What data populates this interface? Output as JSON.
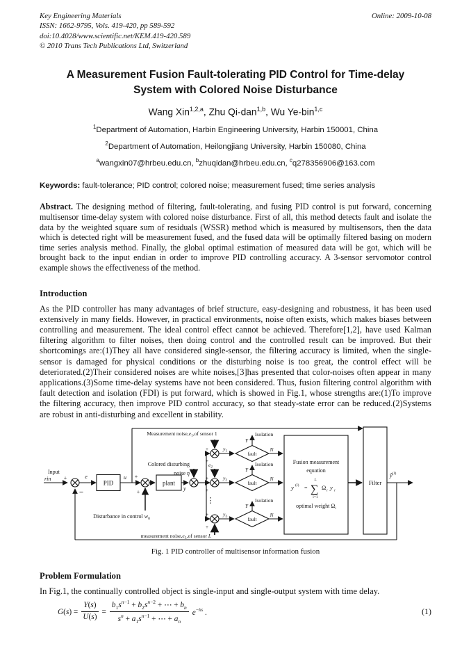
{
  "header": {
    "line1": "Key Engineering Materials",
    "line2": "ISSN: 1662-9795, Vols. 419-420, pp 589-592",
    "line3": "doi:10.4028/www.scientific.net/KEM.419-420.589",
    "line4": "© 2010 Trans Tech Publications Ltd, Switzerland",
    "online": "Online: 2009-10-08"
  },
  "title": {
    "line1": "A Measurement Fusion Fault-tolerating PID Control for Time-delay",
    "line2": "System with Colored Noise Disturbance"
  },
  "authors_html": "Wang Xin<sup>1,2,a</sup>, Zhu Qi-dan<sup>1,b</sup>, Wu Ye-bin<sup>1,c</sup>",
  "affil1_html": "<sup>1</sup>Department of Automation, Harbin Engineering University, Harbin 150001, China",
  "affil2_html": "<sup>2</sup>Department of Automation, Heilongjiang University, Harbin 150080, China",
  "emails_html": "<sup>a</sup>wangxin07@hrbeu.edu.cn, <sup>b</sup>zhuqidan@hrbeu.edu.cn, <sup>c</sup>q278356906@163.com",
  "keywords_label": "Keywords:",
  "keywords_text": " fault-tolerance; PID control; colored noise; measurement fused; time series analysis",
  "abstract_label": "Abstract.",
  "abstract_text": " The designing method of filtering, fault-tolerating, and fusing PID control is put forward, concerning multisensor time-delay system with colored noise disturbance. First of all, this method detects fault and isolate the data by the weighted square sum of residuals (WSSR) method which is measured by multisensors, then the data which is detected right will be measurement fused, and the fused data will be optimally filtered basing on modern time series analysis method. Finally, the global optimal estimation of measured data will be got, which will be brought back to the input endian in order to improve PID controlling accuracy. A 3-sensor servomotor control example shows the effectiveness of the method.",
  "intro_heading": "Introduction",
  "intro_text": "As the PID controller has many advantages of brief structure, easy-designing and robustness, it has been used extensively in many fields. However, in practical environments, noise often exists, which makes biases between controlling and measurement. The ideal control effect cannot be achieved. Therefore[1,2], have used Kalman filtering algorithm to filter noises, then doing control and the controlled result can be improved. But their shortcomings are:(1)They all have considered single-sensor, the filtering accuracy is limited, when the single-sensor is damaged for physical conditions or the disturbing noise is too great, the control effect will be deteriorated.(2)Their considered noises are white noises,[3]has presented that color-noises often appear in many applications.(3)Some time-delay systems have not been considered. Thus, fusion filtering control algorithm with fault detection and isolation (FDI) is put forward, which is showed in Fig.1, whose strengths are:(1)To improve the filtering accuracy, then improve PID control accuracy, so that steady-state error can be reduced.(2)Systems are robust in anti-disturbing and excellent in stability.",
  "figure": {
    "input": "Input",
    "rin": "rin",
    "plus": "+",
    "minus": "−",
    "e": "e",
    "pid": "PID",
    "u": "u",
    "w0_label": "Disturbance in control ",
    "w0_var": "w",
    "w0_sub": "0",
    "plant": "plant",
    "y_out": "y",
    "colored_1": "Colored disturbing",
    "colored_2": "noise ",
    "eta": "η",
    "meas1_a": "Measurement noise,",
    "meas1_var": "e",
    "meas1_sub": "1",
    "meas1_b": ",of sensor 1",
    "e2_var": "e",
    "e2_sub": "2",
    "y1_var": "y",
    "y1_sub": "1",
    "y2_var": "y",
    "y2_sub": "2",
    "yL_var": "y",
    "yL_sub": "L",
    "dots": "⋮",
    "fault": "fault",
    "yes": "Y",
    "no": "N",
    "isolation": "Isolation",
    "measL_a": "measurement noise,",
    "measL_var": "e",
    "measL_sub": "L",
    "measL_b": ",of sensor ",
    "measL_c": "L",
    "fusion_1": "Fusion measurement",
    "fusion_2": "equation",
    "fus_y": "y",
    "fus_sup": "(I)",
    "fus_eq": "=",
    "sigma": "∑",
    "lim_top": "L",
    "lim_bot": "i=1",
    "omega": "Ω",
    "omega_sub": "i",
    "fy": "y",
    "fy_sub": "i",
    "optimal_a": "optimal weight ",
    "optimal_b": "Ω",
    "optimal_c": "i",
    "filter": "Filter",
    "out_var": "ŷ",
    "out_sup": "(I)",
    "caption": "Fig. 1 PID controller of multisensor information fusion"
  },
  "problem_heading": "Problem Formulation",
  "problem_text": "In Fig.1,  the continually controlled object is single-input and single-output system with time delay.",
  "equation": {
    "lhs": "<i>G</i>(<i>s</i>) =",
    "f1_num": "<i>Y</i>(<i>s</i>)",
    "f1_den": "<i>U</i>(<i>s</i>)",
    "eq2": "=",
    "f2_num": "<i>b</i><sub>1</sub><i>s</i><sup><i>n</i>−1</sup> + <i>b</i><sub>2</sub><i>s</i><sup><i>n</i>−2</sup> + ⋯ + <i>b</i><sub><i>n</i></sub>",
    "f2_den": "<i>s</i><sup><i>n</i></sup> + <i>a</i><sub>1</sub><i>s</i><sup><i>n</i>−1</sup> + ⋯ + <i>a</i><sub><i>n</i></sub>",
    "tail": "<i>e</i><sup>−<i>λs</i></sup> .",
    "number": "(1)"
  }
}
